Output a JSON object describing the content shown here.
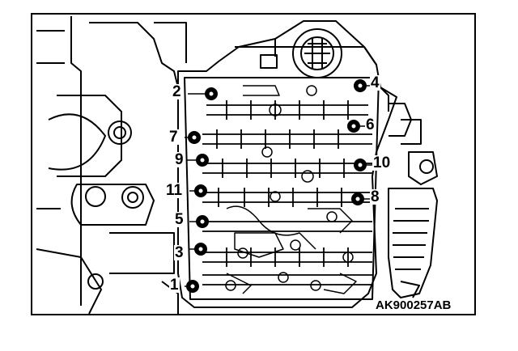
{
  "figure": {
    "callouts": [
      {
        "id": "1",
        "text": "1"
      },
      {
        "id": "2",
        "text": "2"
      },
      {
        "id": "3",
        "text": "3"
      },
      {
        "id": "4",
        "text": "4"
      },
      {
        "id": "5",
        "text": "5"
      },
      {
        "id": "6",
        "text": "6"
      },
      {
        "id": "7",
        "text": "7"
      },
      {
        "id": "8",
        "text": "8"
      },
      {
        "id": "9",
        "text": "9"
      },
      {
        "id": "10",
        "text": "10"
      },
      {
        "id": "11",
        "text": "11"
      }
    ],
    "figure_code": "AK900257AB"
  }
}
